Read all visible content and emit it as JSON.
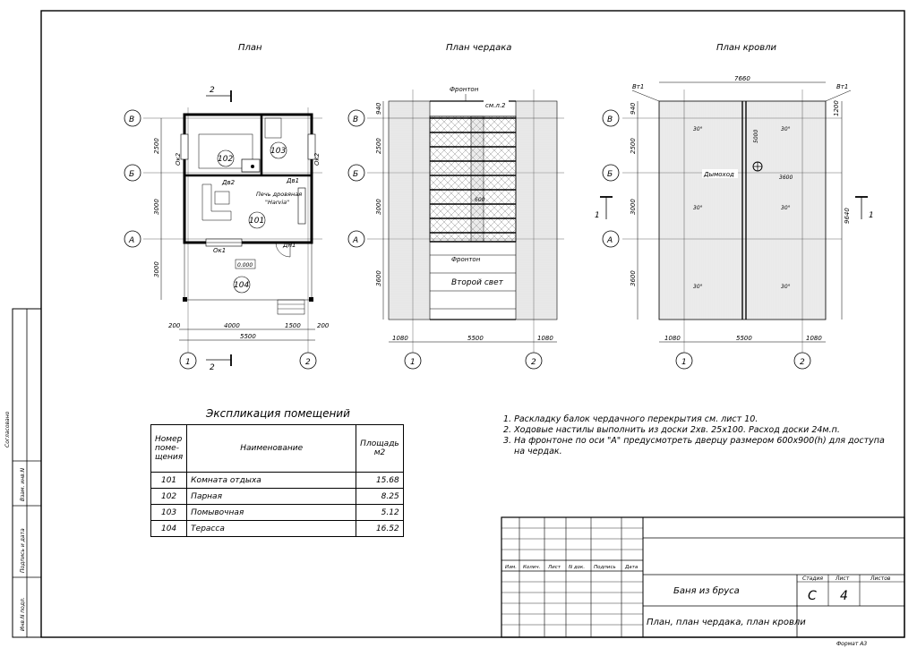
{
  "titles": {
    "plan": "План",
    "attic": "План чердака",
    "roof": "План кровли"
  },
  "axes": {
    "rows": [
      "В",
      "Б",
      "А"
    ],
    "cols": [
      "1",
      "2"
    ]
  },
  "plan": {
    "rooms": [
      "102",
      "103",
      "101",
      "104"
    ],
    "openings": [
      "Дв2",
      "Дв1",
      "Дн1",
      "Ок1",
      "Ок2",
      "Ок2"
    ],
    "stove_label_1": "Печь дровяная",
    "stove_label_2": "\"Harvia\"",
    "elevation": "0.000",
    "section_mark": "2",
    "dims_left": [
      "2500",
      "3000",
      "3000"
    ],
    "dims_bottom": [
      "200",
      "4000",
      "1500",
      "200"
    ],
    "dims_total": "5500"
  },
  "attic": {
    "fronton_top": "Фронтон",
    "fronton_bottom": "Фронтон",
    "sheet_ref": "см.л.2",
    "light_label": "Второй свет",
    "spacing_label": "600",
    "dims_left": [
      "940",
      "2500",
      "3000",
      "3600"
    ],
    "dims_bottom": [
      "1080",
      "5500",
      "1080"
    ]
  },
  "roof": {
    "vent_left": "Вт1",
    "vent_right": "Вт1",
    "chimney": "Дымоход",
    "slope_marks": [
      "30°",
      "30°",
      "30°",
      "30°",
      "30°",
      "30°"
    ],
    "dim_top": "7660",
    "dim_right": "9640",
    "dim_right_top": "1200",
    "dim_inner_1": "3600",
    "dim_inner_2": "5000",
    "dims_left": [
      "940",
      "2500",
      "3000",
      "3600"
    ],
    "dims_bottom": [
      "1080",
      "5500",
      "1080"
    ],
    "section_mark": "1"
  },
  "explication": {
    "title": "Экспликация помещений",
    "headers": [
      "Номер поме-щения",
      "Наименование",
      "Площадь м2"
    ],
    "rows": [
      [
        "101",
        "Комната отдыха",
        "15.68"
      ],
      [
        "102",
        "Парная",
        "8.25"
      ],
      [
        "103",
        "Помывочная",
        "5.12"
      ],
      [
        "104",
        "Терасса",
        "16.52"
      ]
    ]
  },
  "notes": [
    "1.   Раскладку балок чердачного перекрытия см. лист 10.",
    "2.  Ходовые настилы выполнить из доски 2хв. 25х100. Расход доски 24м.п.",
    "3.  На фронтоне по оси \"А\" предусмотреть дверцу размером 600х900(h) для доступа на чердак."
  ],
  "stamp": {
    "cols": [
      "Изм.",
      "Колич.",
      "Лист",
      "N док.",
      "Подпись",
      "Дата"
    ],
    "project": "Баня из бруса",
    "content": "План, план чердака, план кровли",
    "stage_label": "Стадия",
    "sheet_label": "Лист",
    "sheets_label": "Листов",
    "stage": "С",
    "sheet": "4",
    "format": "Формат А3"
  },
  "side": {
    "agreed": "Согласовано",
    "inv_replace": "Взам. инв.N",
    "sign_date": "Подпись и дата",
    "inv_orig": "Инв.N подл."
  }
}
